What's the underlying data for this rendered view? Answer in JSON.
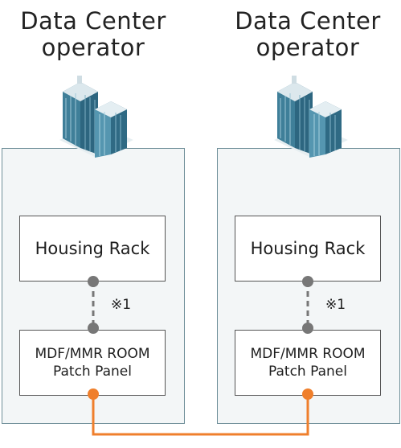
{
  "operators": [
    {
      "title_lines": [
        "Data Center",
        "operator"
      ],
      "rack_label": "Housing Rack",
      "panel_lines": [
        "MDF/MMR ROOM",
        "Patch Panel"
      ],
      "note": "※1"
    },
    {
      "title_lines": [
        "Data Center",
        "operator"
      ],
      "rack_label": "Housing Rack",
      "panel_lines": [
        "MDF/MMR ROOM",
        "Patch Panel"
      ],
      "note": "※1"
    }
  ],
  "icons": [
    "building-icon",
    "building-icon"
  ],
  "colors": {
    "zone_fill": "#f3f6f7",
    "zone_border": "#6f8f99",
    "connector_gray": "#777777",
    "cross_connect_orange": "#ef7f2c",
    "building_teal": "#4d8fa8"
  }
}
